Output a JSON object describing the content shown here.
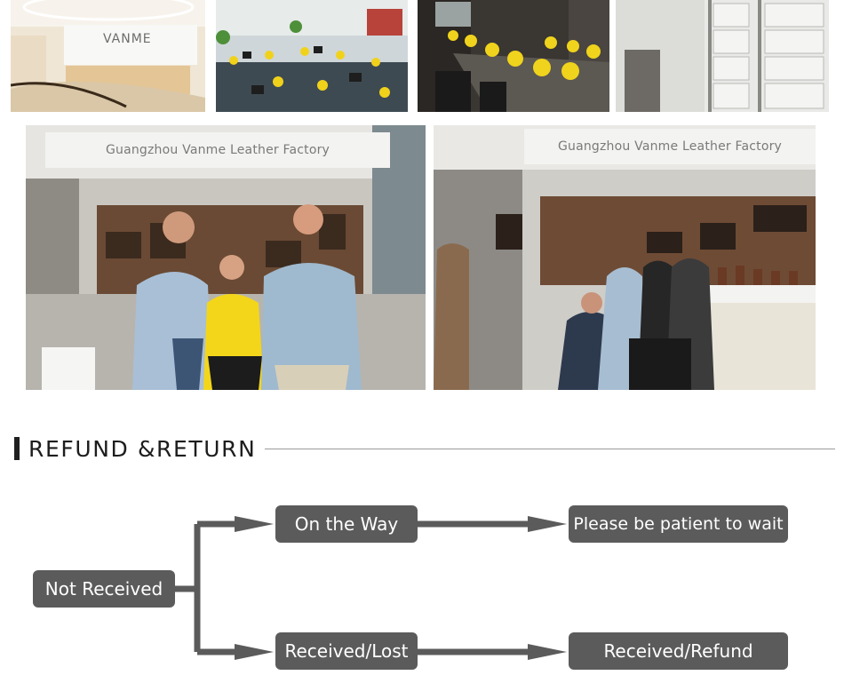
{
  "photos": {
    "reception_logo": "VANME",
    "booth_sign_left": "Guangzhou Vanme Leather Factory",
    "booth_sign_right": "Guangzhou Vanme Leather Factory"
  },
  "section": {
    "title": "REFUND &RETURN"
  },
  "flow": {
    "start": "Not Received",
    "branch_top": "On the Way",
    "result_top": "Please be patient to wait",
    "branch_bottom": "Received/Lost",
    "result_bottom": "Received/Refund"
  },
  "colors": {
    "box": "#5b5b5b",
    "connector": "#5b5b5b",
    "title_bar": "#1f1f1f",
    "rule": "#9a9a9a"
  }
}
